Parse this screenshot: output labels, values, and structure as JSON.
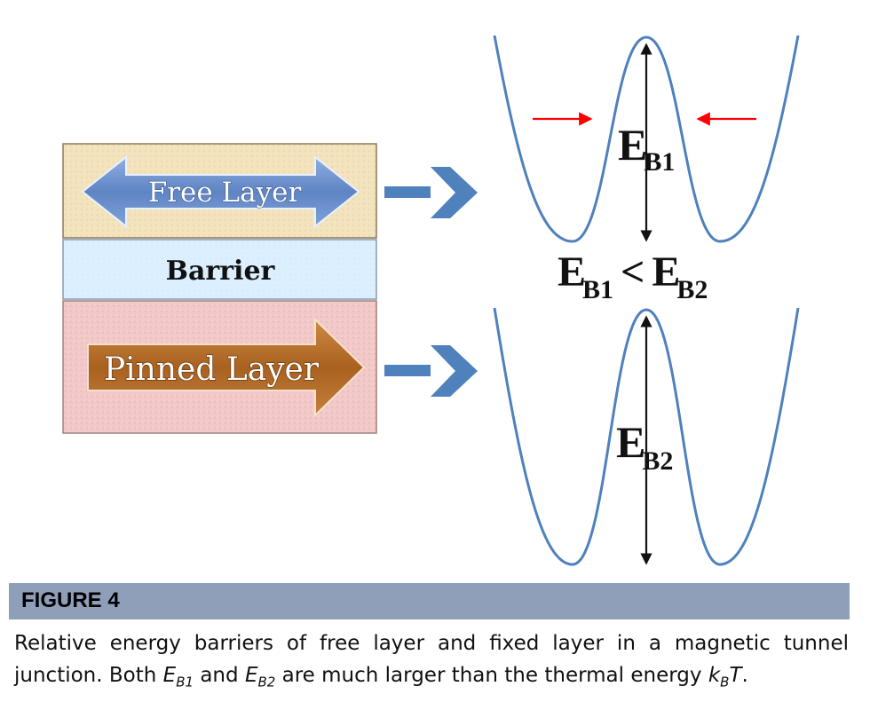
{
  "layers": {
    "free": "Free Layer",
    "barrier": "Barrier",
    "pinned": "Pinned Layer"
  },
  "wells": {
    "top_main": "E",
    "top_sub": "B1",
    "bottom_main": "E",
    "bottom_sub": "B2"
  },
  "comparison": {
    "left_main": "E",
    "left_sub": "B1",
    "op": "<",
    "right_main": "E",
    "right_sub": "B2"
  },
  "figure": {
    "label": "FIGURE 4",
    "caption_a": "Relative energy barriers of free layer and fixed layer in a magnetic tunnel junction. Both ",
    "eb1_main": "E",
    "eb1_sub": "B1",
    "caption_b": " and ",
    "eb2_main": "E",
    "eb2_sub": "B2",
    "caption_c": " are much larger than the thermal energy ",
    "kb_main": "k",
    "kb_sub": "B",
    "kb_t": "T",
    "caption_end": "."
  },
  "colors": {
    "curve": "#4f81bd",
    "arrow_blue": "#4f81bd",
    "red_arrow": "#ff0000",
    "free_bg": "#f3e3bd",
    "barrier_bg": "#dcefff",
    "pinned_bg": "#f2c8c8",
    "free_arrow": "#6b8cc8",
    "pinned_arrow": "#b86d2c",
    "figure_bar": "#8f9fba"
  }
}
